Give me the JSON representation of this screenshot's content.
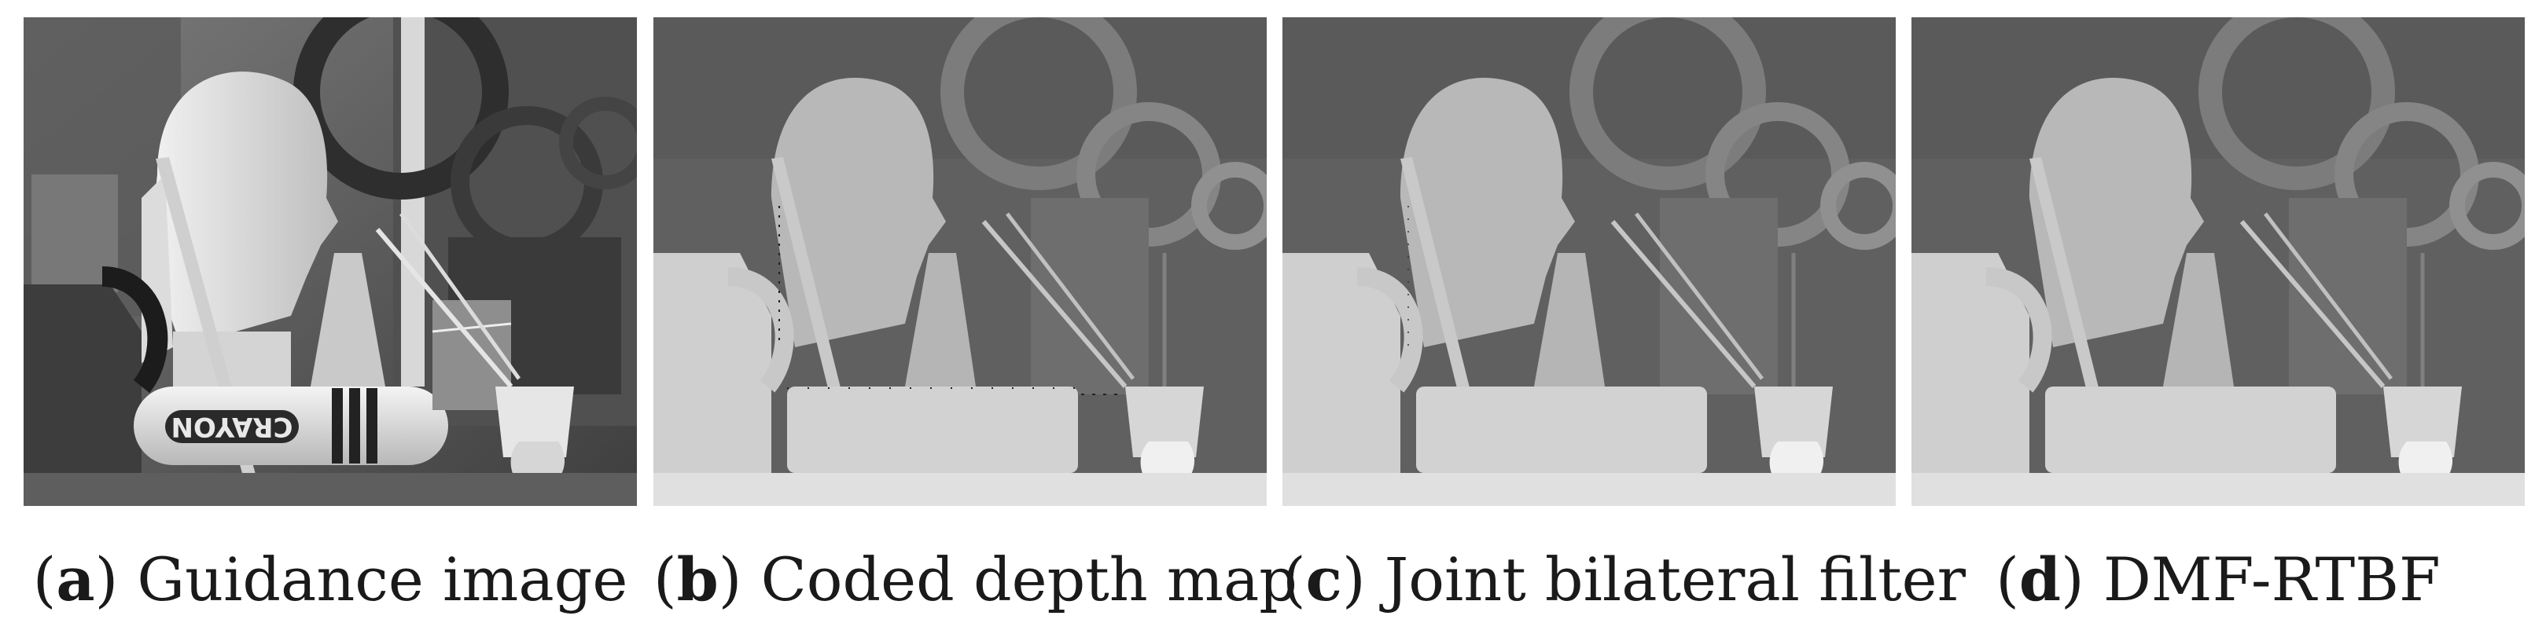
{
  "figure": {
    "panels": [
      {
        "id": "a",
        "letter": "a",
        "caption": "Guidance image",
        "image": "grayscale-photo-of-still-life"
      },
      {
        "id": "b",
        "letter": "b",
        "caption": "Coded depth map",
        "image": "depth-map-with-holes"
      },
      {
        "id": "c",
        "letter": "c",
        "caption": "Joint bilateral filter",
        "image": "filtered-depth-map"
      },
      {
        "id": "d",
        "letter": "d",
        "caption": "DMF-RTBF",
        "image": "filtered-depth-map"
      }
    ],
    "scene_text": "CRAYON"
  },
  "colors": {
    "caption_text": "#1a1a1a",
    "photo_background": "#6a6a6a",
    "depth_far": "#5c5c5c",
    "depth_near": "#dedede"
  }
}
